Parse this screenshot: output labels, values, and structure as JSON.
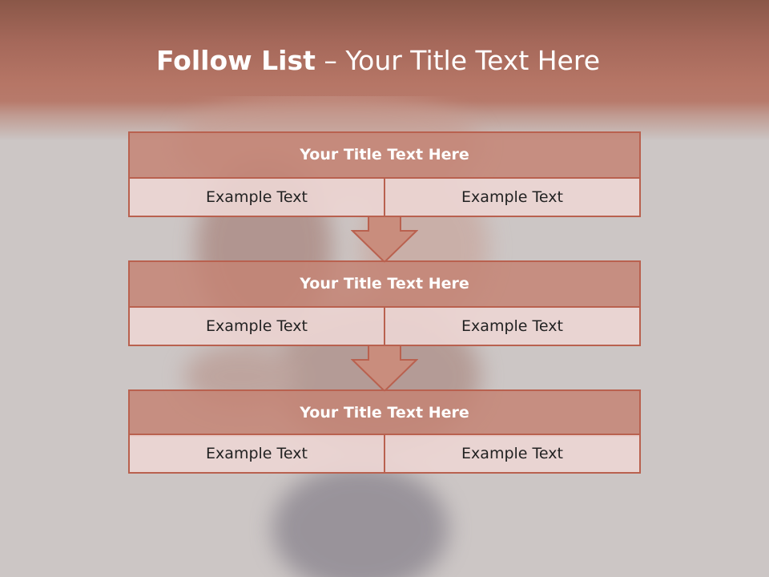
{
  "title": {
    "bold": "Follow List",
    "rest": "– Your Title Text Here"
  },
  "blocks": [
    {
      "heading": "Your Title Text Here",
      "left": "Example Text",
      "right": "Example Text"
    },
    {
      "heading": "Your Title Text Here",
      "left": "Example Text",
      "right": "Example Text"
    },
    {
      "heading": "Your Title Text Here",
      "left": "Example Text",
      "right": "Example Text"
    }
  ],
  "colors": {
    "header": "#b67666",
    "title_box": "#c98d7d",
    "cell": "#ecd5d2",
    "border": "#b9614f",
    "arrow": "#c98d7d"
  }
}
